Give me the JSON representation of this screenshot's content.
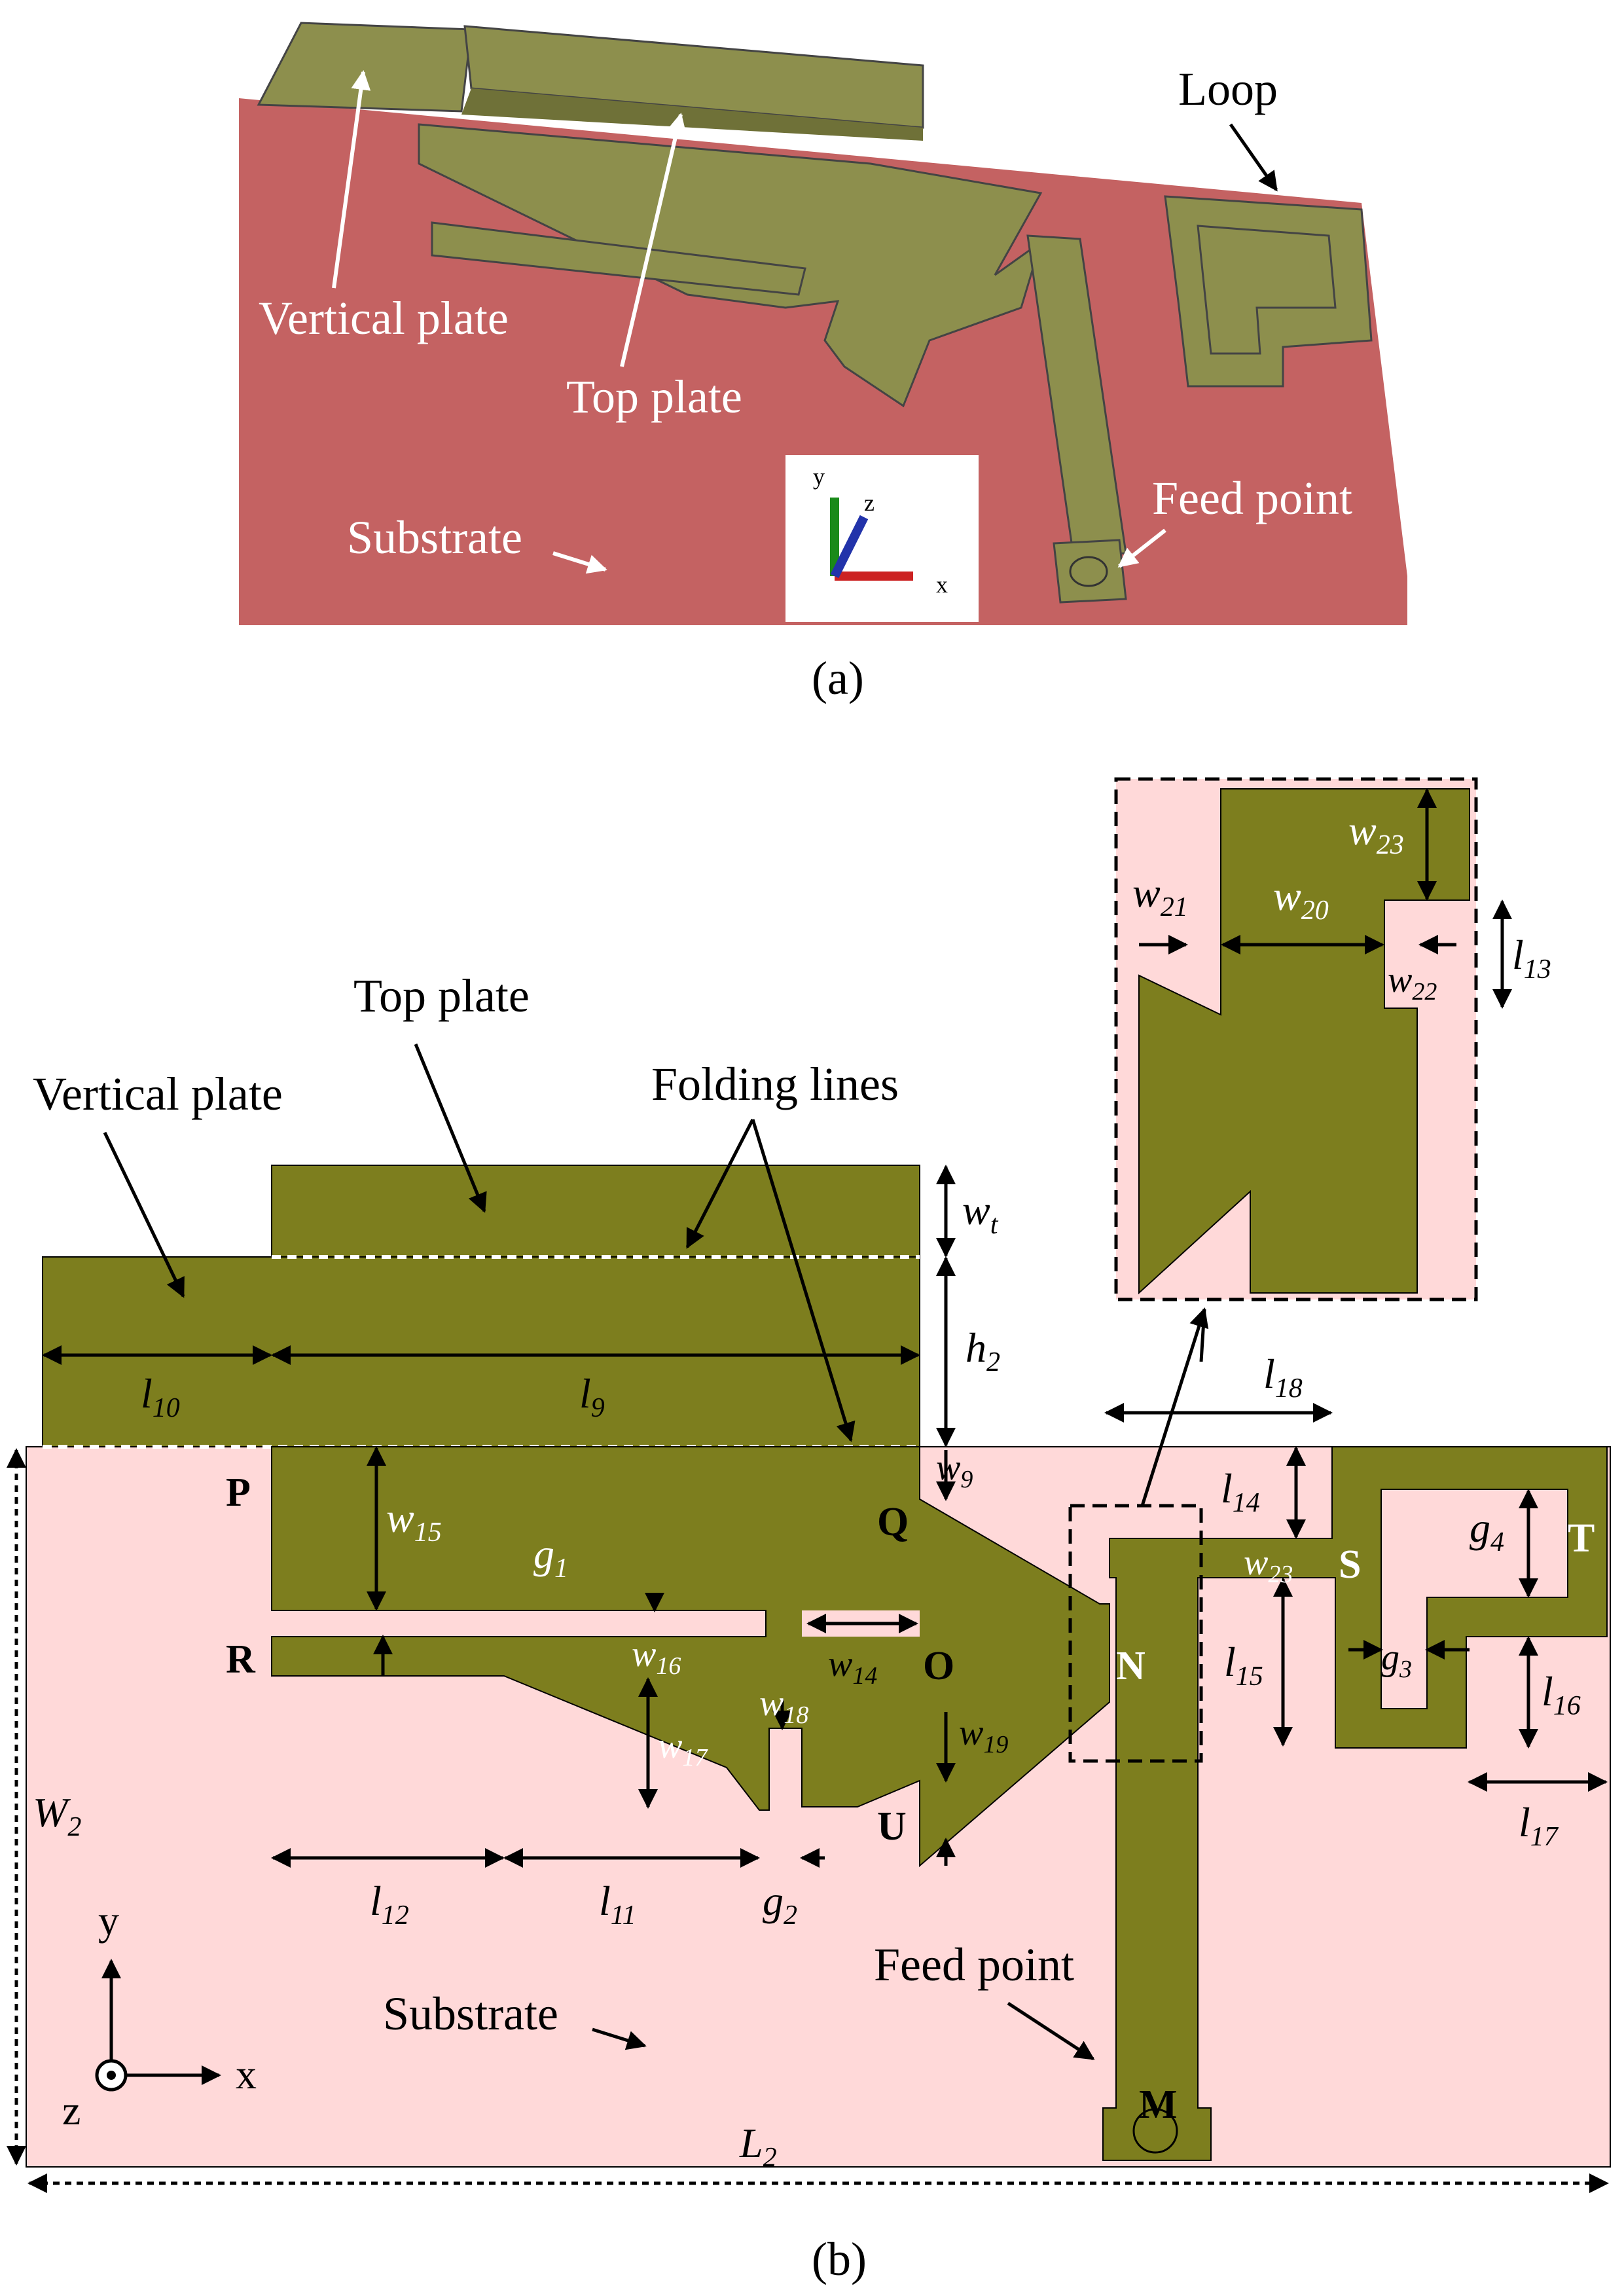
{
  "colors": {
    "substrate_3d": "#c46262",
    "metal_3d": "#8d8f4d",
    "metal_3d_dark": "#6f7138",
    "metal_2d": "#7d7e1e",
    "substrate_2d": "#ffd9d9"
  },
  "panel_a": {
    "caption": "(a)",
    "labels": {
      "loop": "Loop",
      "vertical_plate": "Vertical plate",
      "top_plate": "Top plate",
      "substrate": "Substrate",
      "feed_point": "Feed point"
    },
    "axes_icon": {
      "x": "x",
      "y": "y",
      "z": "z"
    }
  },
  "panel_b": {
    "caption": "(b)",
    "labels": {
      "top_plate": "Top plate",
      "vertical_plate": "Vertical plate",
      "folding_lines": "Folding lines",
      "substrate": "Substrate",
      "feed_point": "Feed point"
    },
    "points": [
      "P",
      "Q",
      "R",
      "O",
      "N",
      "S",
      "T",
      "U",
      "M"
    ],
    "dimensions": {
      "wt": [
        "w",
        "t"
      ],
      "h2": [
        "h",
        "2"
      ],
      "l10": [
        "l",
        "10"
      ],
      "l9": [
        "l",
        "9"
      ],
      "w9": [
        "w",
        "9"
      ],
      "w15": [
        "w",
        "15"
      ],
      "g1": [
        "g",
        "1"
      ],
      "w16": [
        "w",
        "16"
      ],
      "w14": [
        "w",
        "14"
      ],
      "w18": [
        "w",
        "18"
      ],
      "w17": [
        "w",
        "17"
      ],
      "w19": [
        "w",
        "19"
      ],
      "l12": [
        "l",
        "12"
      ],
      "l11": [
        "l",
        "11"
      ],
      "g2": [
        "g",
        "2"
      ],
      "W2": [
        "W",
        "2"
      ],
      "L2": [
        "L",
        "2"
      ],
      "l18": [
        "l",
        "18"
      ],
      "l14": [
        "l",
        "14"
      ],
      "w23": [
        "w",
        "23"
      ],
      "l15": [
        "l",
        "15"
      ],
      "g4": [
        "g",
        "4"
      ],
      "g3": [
        "g",
        "3"
      ],
      "l16": [
        "l",
        "16"
      ],
      "l17": [
        "l",
        "17"
      ],
      "w23_inset": [
        "w",
        "23"
      ],
      "w21": [
        "w",
        "21"
      ],
      "w20": [
        "w",
        "20"
      ],
      "w22": [
        "w",
        "22"
      ],
      "l13": [
        "l",
        "13"
      ]
    },
    "axes": {
      "x": "x",
      "y": "y",
      "z": "z"
    }
  }
}
